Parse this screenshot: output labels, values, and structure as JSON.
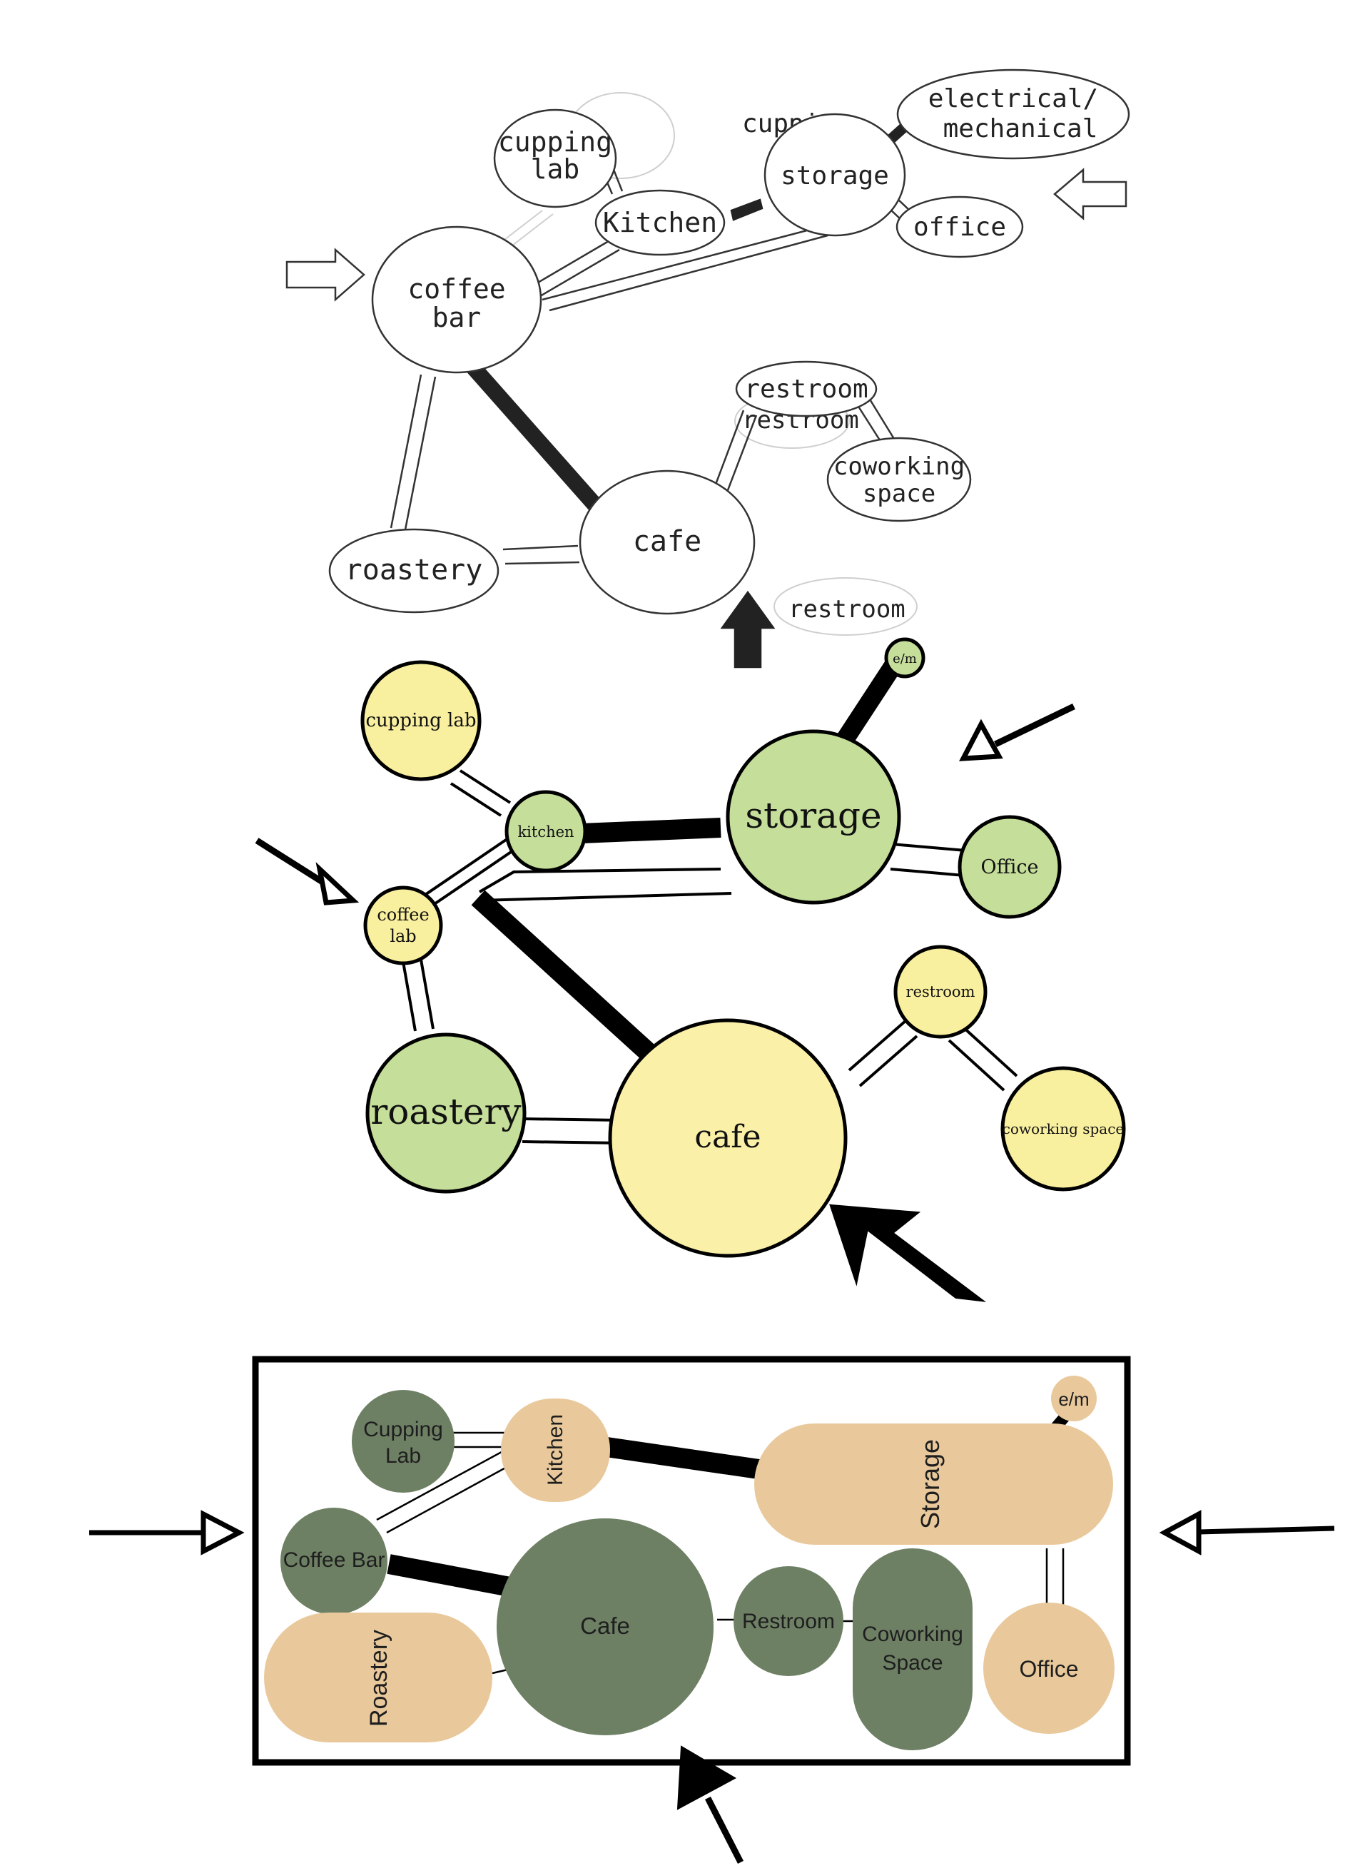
{
  "sketch": {
    "nodes": {
      "cupping_lab": [
        "cupping",
        "lab"
      ],
      "kitchen": "Kitchen",
      "storage": "storage",
      "electrical": [
        "electrical/",
        "mechanical"
      ],
      "office": "office",
      "coffee_bar": [
        "coffee",
        "bar"
      ],
      "restroom": "restroom",
      "coworking": [
        "coworking",
        "space"
      ],
      "cafe": "cafe",
      "roastery": "roastery"
    },
    "ghosts": {
      "cupping": "cupping",
      "restroom_1": "restroom",
      "restroom_2": "restroom"
    }
  },
  "bubble": {
    "nodes": {
      "em": "e/m",
      "cupping_lab": "cupping lab",
      "storage": "storage",
      "kitchen": "kitchen",
      "office": "Office",
      "coffee_lab": [
        "coffee",
        "lab"
      ],
      "restroom": "restroom",
      "roastery": "roastery",
      "cafe": "cafe",
      "coworking": "coworking space"
    }
  },
  "plan": {
    "nodes": {
      "em": "e/m",
      "cupping_lab": [
        "Cupping",
        "Lab"
      ],
      "kitchen": "Kitchen",
      "storage": "Storage",
      "coffee_bar": "Coffee Bar",
      "cafe": "Cafe",
      "restroom": "Restroom",
      "coworking": [
        "Coworking",
        "Space"
      ],
      "roastery": "Roastery",
      "office": "Office"
    }
  },
  "colors": {
    "pale_yellow": "#f9f09f",
    "cream_yellow": "#faf0a8",
    "light_green": "#c5de9a",
    "dark_green": "#6e8064",
    "tan": "#e9c99c",
    "ink": "#000000",
    "pencil": "#333333"
  }
}
